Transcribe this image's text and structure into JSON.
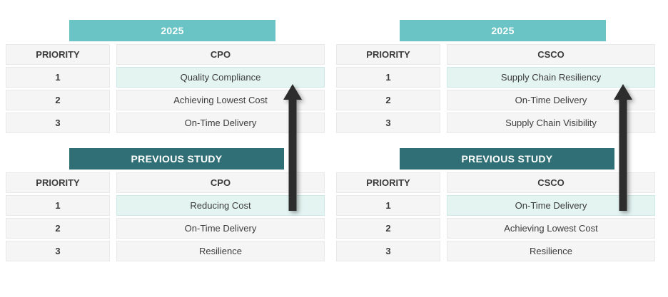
{
  "colors": {
    "banner_2025": "#6ac3c5",
    "banner_previous": "#2f6f75",
    "highlight_row": "#e3f4f1",
    "row_background": "#f5f5f5",
    "row_border": "#e9e9e9",
    "text": "#3c3c3c",
    "arrow": "#2d2d2d"
  },
  "groups": [
    {
      "role": "CPO",
      "tables": [
        {
          "banner": "2025",
          "columns": {
            "priority": "PRIORITY",
            "role": "CPO"
          },
          "rows": [
            {
              "priority": "1",
              "value": "Quality Compliance",
              "highlighted": true
            },
            {
              "priority": "2",
              "value": "Achieving Lowest Cost",
              "highlighted": false
            },
            {
              "priority": "3",
              "value": "On-Time Delivery",
              "highlighted": false
            }
          ]
        },
        {
          "banner": "PREVIOUS STUDY",
          "columns": {
            "priority": "PRIORITY",
            "role": "CPO"
          },
          "rows": [
            {
              "priority": "1",
              "value": "Reducing Cost",
              "highlighted": true
            },
            {
              "priority": "2",
              "value": "On-Time Delivery",
              "highlighted": false
            },
            {
              "priority": "3",
              "value": "Resilience",
              "highlighted": false
            }
          ]
        }
      ],
      "arrow": "up-arrow-from-previous-rank1-to-2025-rank1"
    },
    {
      "role": "CSCO",
      "tables": [
        {
          "banner": "2025",
          "columns": {
            "priority": "PRIORITY",
            "role": "CSCO"
          },
          "rows": [
            {
              "priority": "1",
              "value": "Supply Chain Resiliency",
              "highlighted": true
            },
            {
              "priority": "2",
              "value": "On-Time Delivery",
              "highlighted": false
            },
            {
              "priority": "3",
              "value": "Supply Chain Visibility",
              "highlighted": false
            }
          ]
        },
        {
          "banner": "PREVIOUS STUDY",
          "columns": {
            "priority": "PRIORITY",
            "role": "CSCO"
          },
          "rows": [
            {
              "priority": "1",
              "value": "On-Time Delivery",
              "highlighted": true
            },
            {
              "priority": "2",
              "value": "Achieving Lowest Cost",
              "highlighted": false
            },
            {
              "priority": "3",
              "value": "Resilience",
              "highlighted": false
            }
          ]
        }
      ],
      "arrow": "up-arrow-from-previous-rank1-to-2025-rank1"
    }
  ]
}
